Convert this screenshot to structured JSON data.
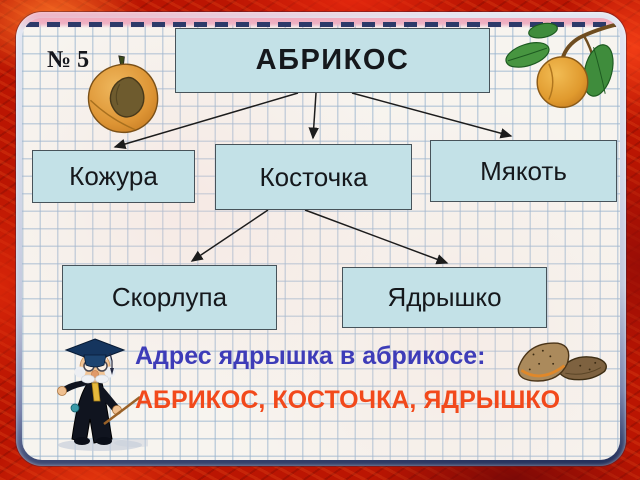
{
  "slide": {
    "number": "№ 5",
    "diagram": {
      "root": "АБРИКОС",
      "level1": [
        "Кожура",
        "Косточка",
        "Мякоть"
      ],
      "level2": [
        "Скорлупа",
        "Ядрышко"
      ],
      "edges": [
        [
          "АБРИКОС",
          "Кожура"
        ],
        [
          "АБРИКОС",
          "Косточка"
        ],
        [
          "АБРИКОС",
          "Мякоть"
        ],
        [
          "Косточка",
          "Скорлупа"
        ],
        [
          "Косточка",
          "Ядрышко"
        ]
      ]
    },
    "caption": {
      "line1": "Адрес ядрышка в абрикосе:",
      "line2": "АБРИКОС, КОСТОЧКА, ЯДРЫШКО"
    },
    "icons": {
      "top_left": "apricot-half-with-pit",
      "top_right": "apricot-on-branch-with-leaves",
      "bottom_left": "professor-cartoon",
      "bottom_right": "apricot-kernels"
    },
    "colors": {
      "box_fill": "#c3e1e7",
      "box_border": "#47535a",
      "caption_line1": "#3d3cb8",
      "caption_line2": "#f2491b",
      "frame_red": "#bb1502",
      "grid_line": "#96b2cd",
      "ruler_pink": "#f2a9bc"
    }
  }
}
